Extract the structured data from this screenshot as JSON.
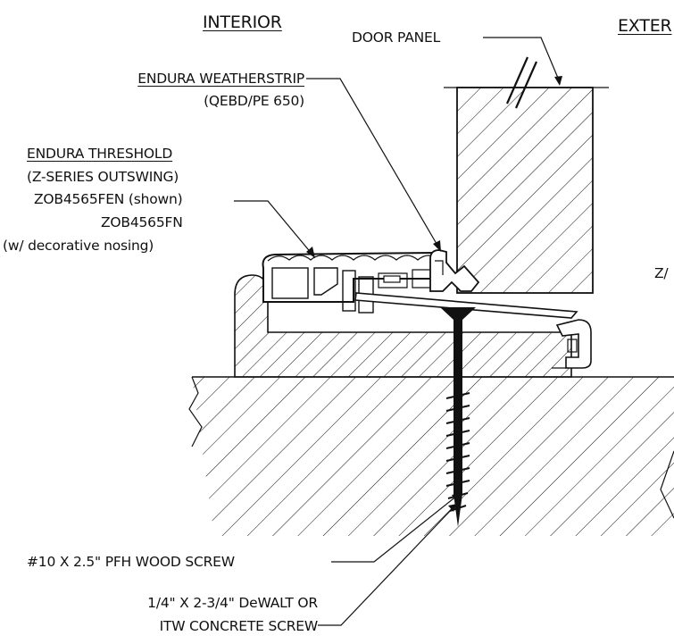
{
  "labels": {
    "interior": "INTERIOR",
    "exterior": "EXTER",
    "door_panel": "DOOR PANEL",
    "weatherstrip_line1": "ENDURA WEATHERSTRIP",
    "weatherstrip_line2": "(QEBD/PE 650)",
    "threshold_line1": "ENDURA THRESHOLD",
    "threshold_line2": "(Z-SERIES OUTSWING)",
    "threshold_line3": "ZOB4565FEN (shown)",
    "threshold_line4": "ZOB4565FN",
    "threshold_line5": "(w/ decorative nosing)",
    "right_cut": "Z/",
    "wood_screw": "#10 X 2.5\" PFH WOOD SCREW",
    "concrete_screw_line1": "1/4\" X 2-3/4\" DeWALT OR",
    "concrete_screw_line2": "ITW CONCRETE SCREW"
  },
  "colors": {
    "ink": "#111111",
    "paper": "#ffffff"
  }
}
